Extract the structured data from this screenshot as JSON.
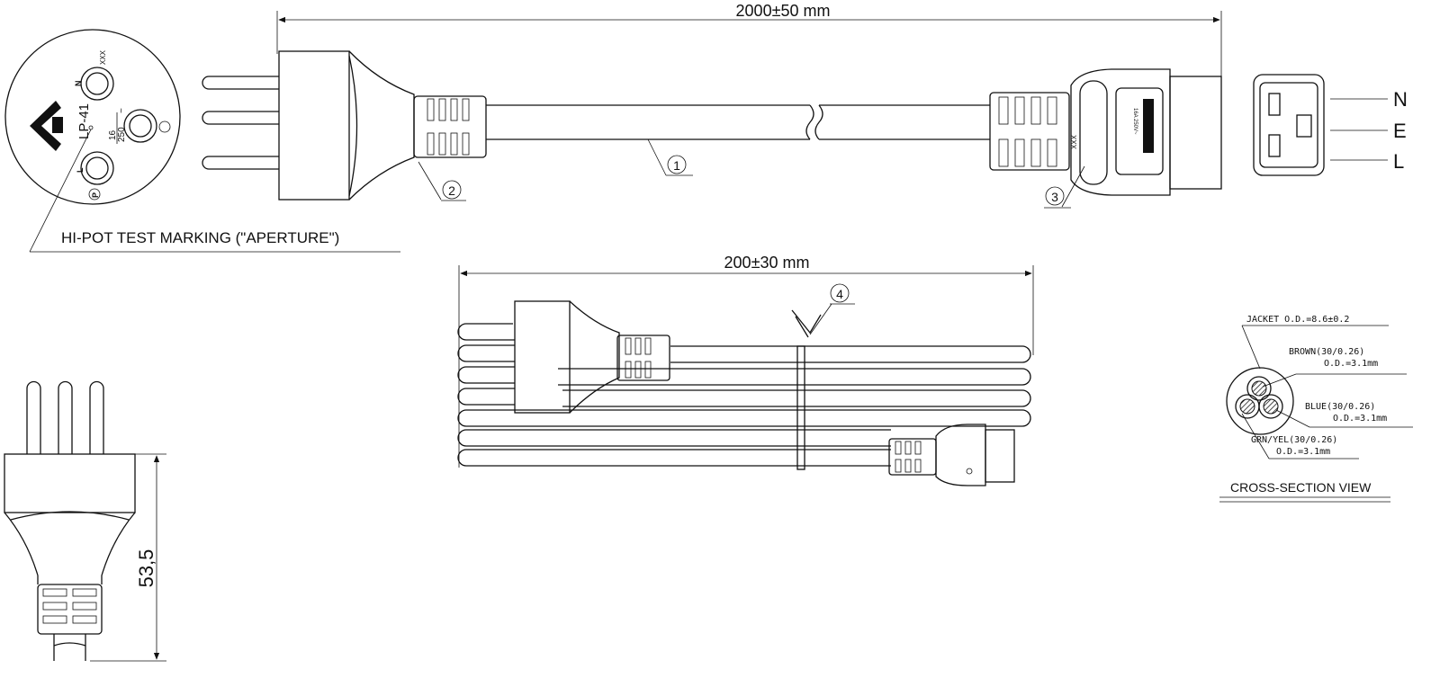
{
  "dimensions": {
    "cable_length": "2000±50 mm",
    "coil_length": "200±30 mm",
    "plug_height": "53,5"
  },
  "callouts": [
    "1",
    "2",
    "3",
    "4"
  ],
  "hipot_label": "HI-POT TEST MARKING (\"APERTURE\")",
  "plug_face": {
    "marking_xxx": "XXX",
    "n": "N",
    "l": "L",
    "model": "LP-41",
    "current": "16",
    "voltage": "250",
    "ac": "~",
    "p": "P"
  },
  "connector": {
    "marking_xxx": "XXX",
    "rating": "16A 250V~"
  },
  "connector_face": {
    "n": "N",
    "e": "E",
    "l": "L"
  },
  "cross_section": {
    "jacket": "JACKET  O.D.=8.6±0.2",
    "brown": "BROWN(30/0.26)",
    "brown_od": "O.D.=3.1mm",
    "blue": "BLUE(30/0.26)",
    "blue_od": "O.D.=3.1mm",
    "grnyel": "GRN/YEL(30/0.26)",
    "grnyel_od": "O.D.=3.1mm",
    "title": "CROSS-SECTION VIEW"
  }
}
